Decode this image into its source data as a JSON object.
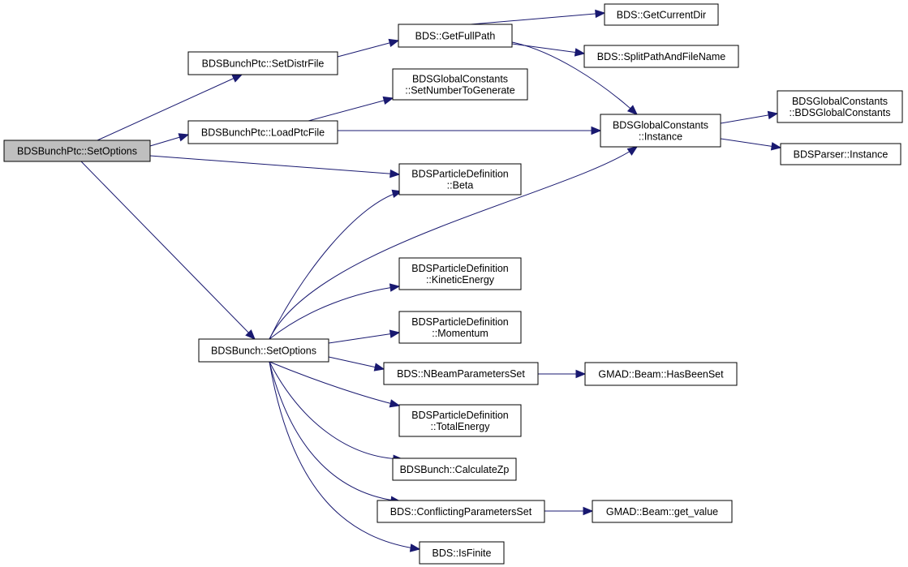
{
  "diagram": {
    "type": "call-graph",
    "edge_color": "#191970",
    "root_fill": "#bfbfbf",
    "nodes": [
      {
        "id": "root",
        "lines": [
          "BDSBunchPtc::SetOptions"
        ],
        "root": true
      },
      {
        "id": "setdistr",
        "lines": [
          "BDSBunchPtc::SetDistrFile"
        ]
      },
      {
        "id": "loadptc",
        "lines": [
          "BDSBunchPtc::LoadPtcFile"
        ]
      },
      {
        "id": "bunchset",
        "lines": [
          "BDSBunch::SetOptions"
        ]
      },
      {
        "id": "getfullpath",
        "lines": [
          "BDS::GetFullPath"
        ]
      },
      {
        "id": "getcurdir",
        "lines": [
          "BDS::GetCurrentDir"
        ]
      },
      {
        "id": "splitpath",
        "lines": [
          "BDS::SplitPathAndFileName"
        ]
      },
      {
        "id": "setnumgen",
        "lines": [
          "BDSGlobalConstants",
          "::SetNumberToGenerate"
        ]
      },
      {
        "id": "gcinstance",
        "lines": [
          "BDSGlobalConstants",
          "::Instance"
        ]
      },
      {
        "id": "gcctor",
        "lines": [
          "BDSGlobalConstants",
          "::BDSGlobalConstants"
        ]
      },
      {
        "id": "parser",
        "lines": [
          "BDSParser::Instance"
        ]
      },
      {
        "id": "beta",
        "lines": [
          "BDSParticleDefinition",
          "::Beta"
        ]
      },
      {
        "id": "kinetic",
        "lines": [
          "BDSParticleDefinition",
          "::KineticEnergy"
        ]
      },
      {
        "id": "momentum",
        "lines": [
          "BDSParticleDefinition",
          "::Momentum"
        ]
      },
      {
        "id": "nbeam",
        "lines": [
          "BDS::NBeamParametersSet"
        ]
      },
      {
        "id": "hasbeenset",
        "lines": [
          "GMAD::Beam::HasBeenSet"
        ]
      },
      {
        "id": "totalenergy",
        "lines": [
          "BDSParticleDefinition",
          "::TotalEnergy"
        ]
      },
      {
        "id": "calczp",
        "lines": [
          "BDSBunch::CalculateZp"
        ]
      },
      {
        "id": "conflicting",
        "lines": [
          "BDS::ConflictingParametersSet"
        ]
      },
      {
        "id": "getvalue",
        "lines": [
          "GMAD::Beam::get_value"
        ]
      },
      {
        "id": "isfinite",
        "lines": [
          "BDS::IsFinite"
        ]
      }
    ],
    "edges": [
      [
        "root",
        "setdistr"
      ],
      [
        "root",
        "loadptc"
      ],
      [
        "root",
        "beta"
      ],
      [
        "root",
        "bunchset"
      ],
      [
        "setdistr",
        "getfullpath"
      ],
      [
        "getfullpath",
        "getcurdir"
      ],
      [
        "getfullpath",
        "splitpath"
      ],
      [
        "getfullpath",
        "gcinstance"
      ],
      [
        "loadptc",
        "setnumgen"
      ],
      [
        "loadptc",
        "gcinstance"
      ],
      [
        "gcinstance",
        "gcctor"
      ],
      [
        "gcinstance",
        "parser"
      ],
      [
        "bunchset",
        "beta"
      ],
      [
        "bunchset",
        "gcinstance"
      ],
      [
        "bunchset",
        "kinetic"
      ],
      [
        "bunchset",
        "momentum"
      ],
      [
        "bunchset",
        "nbeam"
      ],
      [
        "bunchset",
        "totalenergy"
      ],
      [
        "bunchset",
        "calczp"
      ],
      [
        "bunchset",
        "conflicting"
      ],
      [
        "bunchset",
        "isfinite"
      ],
      [
        "nbeam",
        "hasbeenset"
      ],
      [
        "conflicting",
        "getvalue"
      ]
    ]
  }
}
